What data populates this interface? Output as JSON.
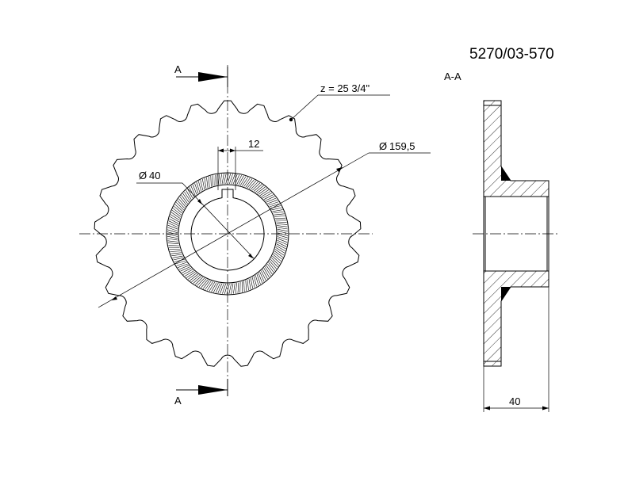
{
  "drawing": {
    "part_number": "5270/03-570",
    "section_view_label": "A-A",
    "section_marker_letter": "A",
    "teeth_spec": "z = 25  3/4\"",
    "diameter_symbol": "Ø",
    "outer_diameter": "159,5",
    "bore_diameter": "40",
    "keyway_width": "12",
    "hub_width": "40"
  },
  "sprocket": {
    "teeth": 25
  }
}
